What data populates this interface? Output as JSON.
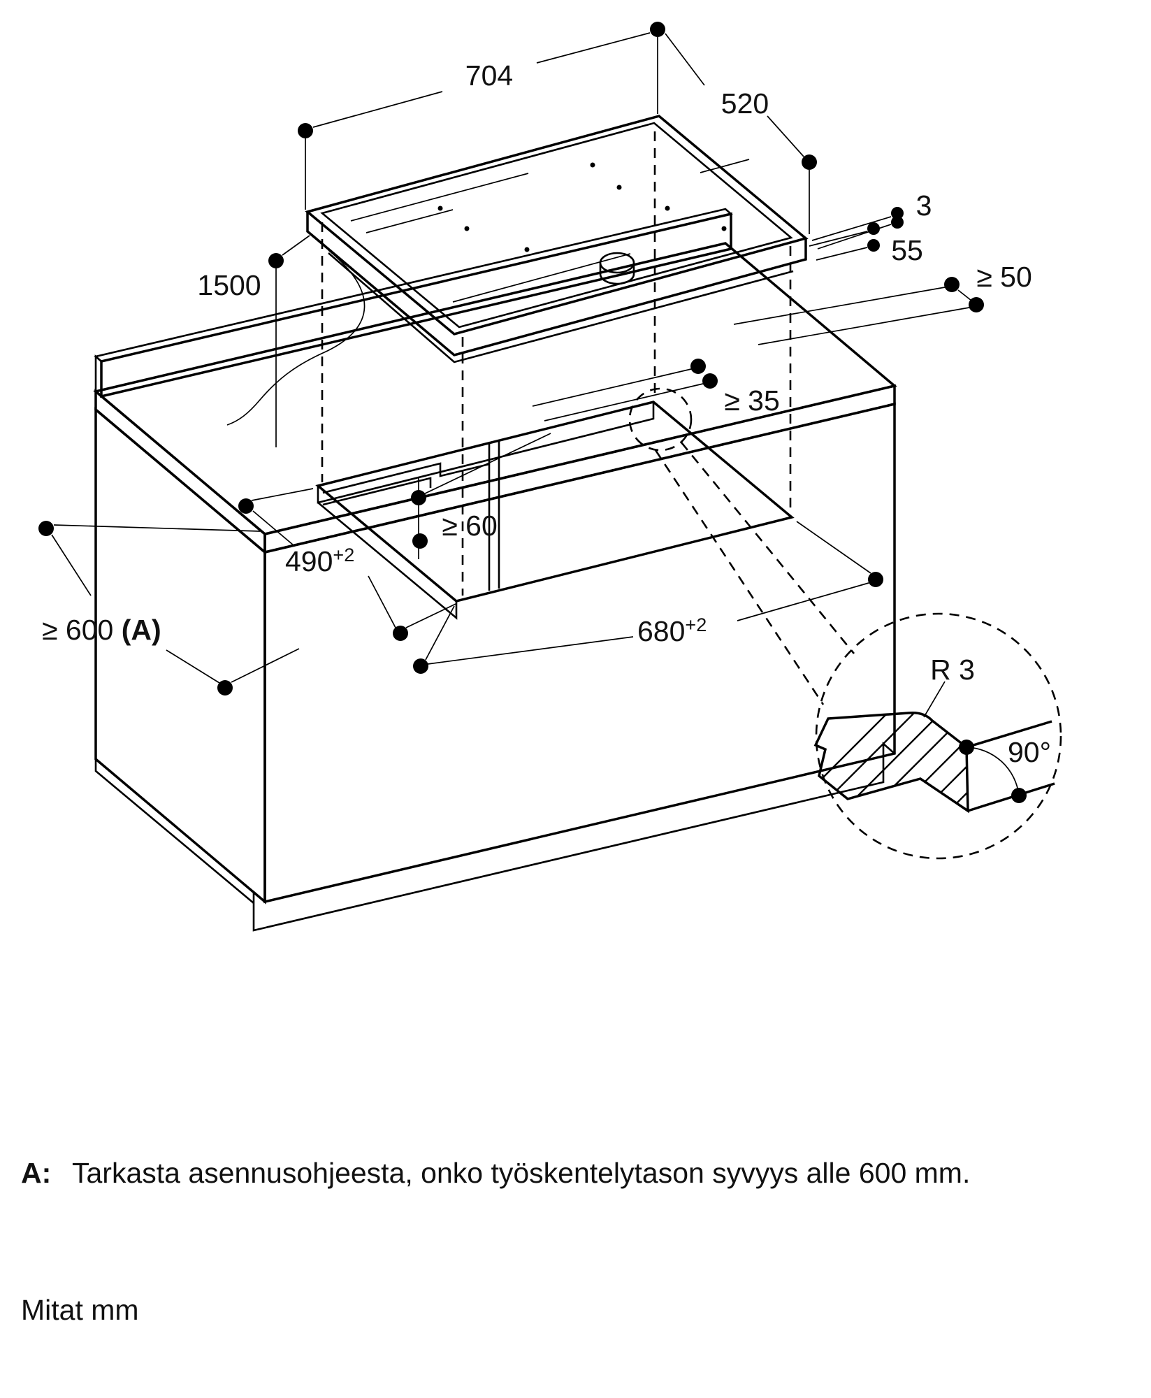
{
  "diagram": {
    "colors": {
      "line": "#000000",
      "background": "#ffffff"
    },
    "dimensions": {
      "cooktop_width": "704",
      "cooktop_depth": "520",
      "glass_thickness": "3",
      "body_height": "55",
      "rear_clearance": "≥ 50",
      "cable_length": "1500",
      "front_clearance": "≥ 35",
      "below_clearance": "≥ 60",
      "cutout_depth": "490",
      "cutout_depth_tolerance": "+2",
      "cutout_width": "680",
      "cutout_width_tolerance": "+2",
      "worktop_depth": "≥ 600 ",
      "worktop_depth_ref": "(A)",
      "corner_radius": "R 3",
      "cut_angle": "90°"
    }
  },
  "footnotes": {
    "a_key": "A:",
    "a_text": "Tarkasta asennusohjeesta, onko työskentelytason syvyys alle 600 mm.",
    "units_note": "Mitat mm"
  }
}
